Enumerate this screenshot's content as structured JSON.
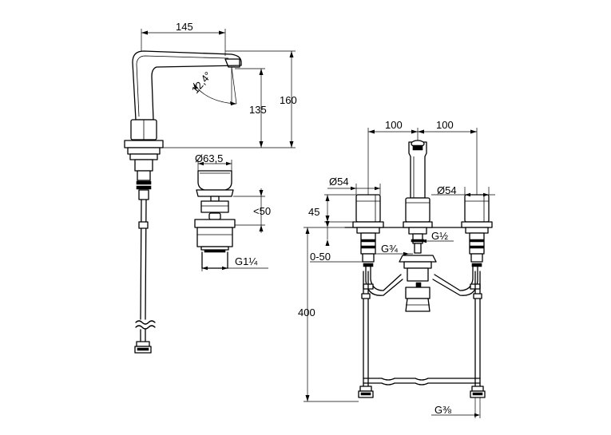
{
  "dimensions": {
    "spout_reach": "145",
    "spout_angle": "12,4°",
    "spout_outlet_height": "135",
    "overall_height": "160",
    "waste_diameter": "Ø63,5",
    "waste_stroke": "<50",
    "waste_thread": "G1¼",
    "center_left": "100",
    "center_right": "100",
    "handle_dia_left": "Ø54",
    "handle_dia_right": "Ø54",
    "deck_height": "45",
    "thread_mid": "G¾",
    "thread_small": "G½",
    "deck_thickness": "0-50",
    "hose_length": "400",
    "connection_thread": "G⅜"
  }
}
